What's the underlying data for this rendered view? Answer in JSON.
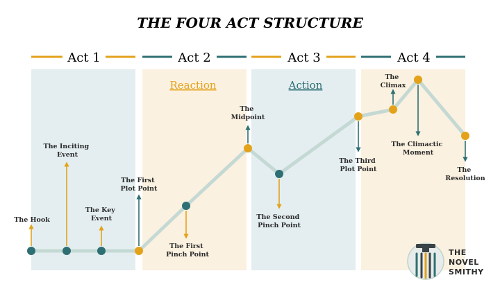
{
  "title": "THE FOUR ACT STRUCTURE",
  "colors": {
    "gold": "#E3A21A",
    "teal": "#2E6F73",
    "act_blue_bg": "#E4EEF0",
    "act_cream_bg": "#FBF1E0",
    "plot_line": "#C5D9D4"
  },
  "acts": [
    {
      "label": "Act 1",
      "phase": "",
      "color": "gold"
    },
    {
      "label": "Act 2",
      "phase": "Reaction",
      "color": "teal"
    },
    {
      "label": "Act 3",
      "phase": "Action",
      "color": "gold"
    },
    {
      "label": "Act 4",
      "phase": "",
      "color": "teal"
    }
  ],
  "points": [
    {
      "label": [
        "The Hook"
      ],
      "color": "teal",
      "arrow_color": "gold",
      "direction": "up"
    },
    {
      "label": [
        "The Inciting",
        "Event"
      ],
      "color": "teal",
      "arrow_color": "gold",
      "direction": "up"
    },
    {
      "label": [
        "The Key",
        "Event"
      ],
      "color": "teal",
      "arrow_color": "gold",
      "direction": "up"
    },
    {
      "label": [
        "The First",
        "Plot Point"
      ],
      "color": "gold",
      "arrow_color": "teal",
      "direction": "up"
    },
    {
      "label": [
        "The First",
        "Pinch Point"
      ],
      "color": "teal",
      "arrow_color": "gold",
      "direction": "down"
    },
    {
      "label": [
        "The",
        "Midpoint"
      ],
      "color": "gold",
      "arrow_color": "teal",
      "direction": "up"
    },
    {
      "label": [
        "The Second",
        "Pinch Point"
      ],
      "color": "teal",
      "arrow_color": "gold",
      "direction": "down"
    },
    {
      "label": [
        "The Third",
        "Plot Point"
      ],
      "color": "gold",
      "arrow_color": "teal",
      "direction": "down"
    },
    {
      "label": [
        "The",
        "Climax"
      ],
      "color": "gold",
      "arrow_color": "teal",
      "direction": "up"
    },
    {
      "label": [
        "The Climactic",
        "Moment"
      ],
      "color": "gold",
      "arrow_color": "teal",
      "direction": "down"
    },
    {
      "label": [
        "The",
        "Resolution"
      ],
      "color": "gold",
      "arrow_color": "teal",
      "direction": "down"
    }
  ],
  "logo": {
    "lines": [
      "THE",
      "NOVEL",
      "SMITHY"
    ],
    "icon": "anvil-pens-icon"
  }
}
